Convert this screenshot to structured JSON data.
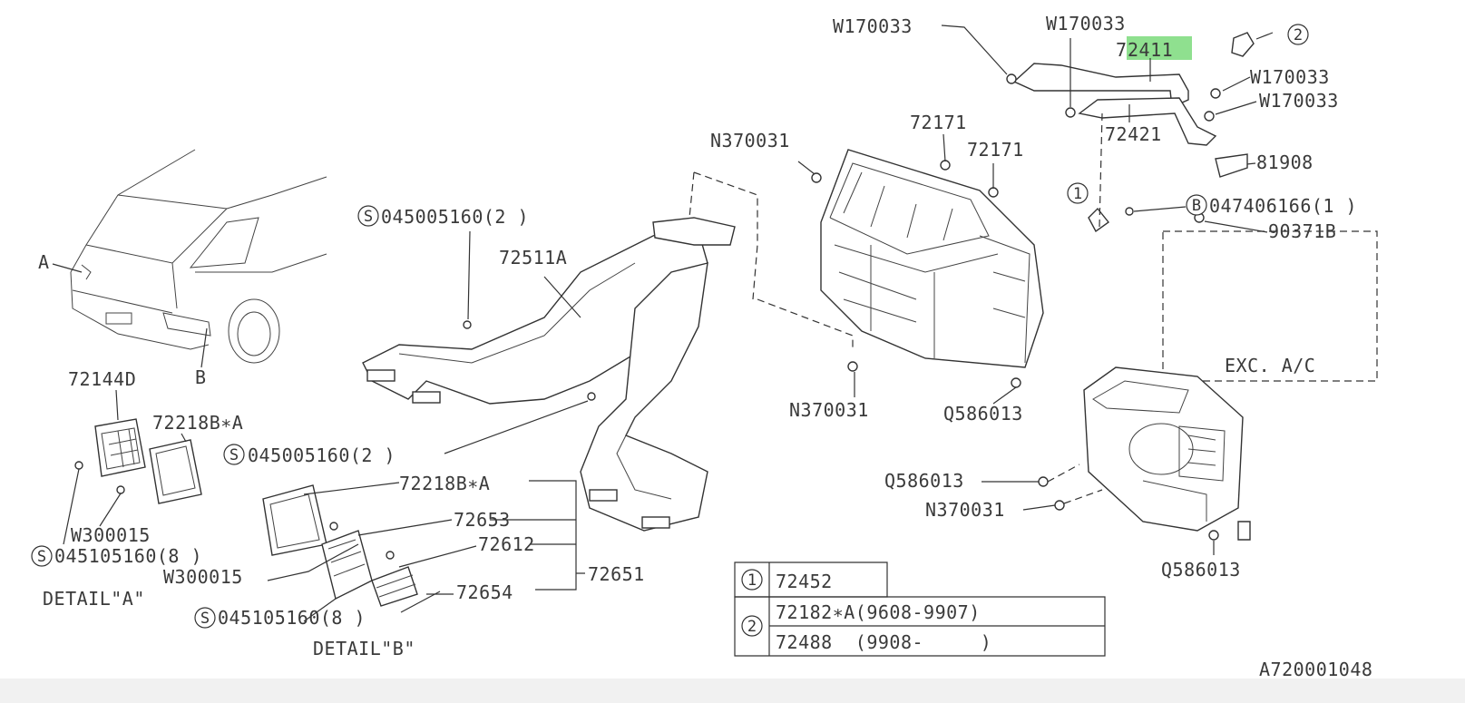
{
  "diagram_id": "A720001048",
  "highlight_color": "#8fe08f",
  "callouts": {
    "w170033_a": "W170033",
    "w170033_b": "W170033",
    "w170033_c": "W170033",
    "w170033_d": "W170033",
    "p72411_prefix": "7",
    "p72411_hl": "2411",
    "p72421": "72421",
    "p81908": "81908",
    "ref2_top": "2",
    "ref1_top": "1",
    "b_symbol": "B",
    "b_part": "047406166(1 )",
    "p90371b": "90371B",
    "exc_ac": "EXC. A/C",
    "p72171_a": "72171",
    "p72171_b": "72171",
    "n370031_a": "N370031",
    "n370031_b": "N370031",
    "n370031_c": "N370031",
    "s_symbol": "S",
    "s045005160_a": "045005160(2 )",
    "s045005160_b": "045005160(2 )",
    "p72511a": "72511A",
    "detail_a_marker": "A",
    "detail_b_marker": "B",
    "p72144d": "72144D",
    "p72218b_a": "72218B∗A",
    "p72218b_b": "72218B∗A",
    "p72653": "72653",
    "p72612": "72612",
    "p72651": "72651",
    "p72654": "72654",
    "w300015_a": "W300015",
    "w300015_b": "W300015",
    "s045105160_a": "045105160(8 )",
    "s045105160_b": "045105160(8 )",
    "detail_a": "DETAIL\"A\"",
    "detail_b": "DETAIL\"B\"",
    "q586013_a": "Q586013",
    "q586013_b": "Q586013",
    "q586013_c": "Q586013"
  },
  "legend_table": {
    "rows": [
      {
        "ref": "1",
        "entries": [
          "72452"
        ]
      },
      {
        "ref": "2",
        "entries": [
          "72182∗A(9608-9907)",
          "72488  (9908-     )"
        ]
      }
    ]
  }
}
